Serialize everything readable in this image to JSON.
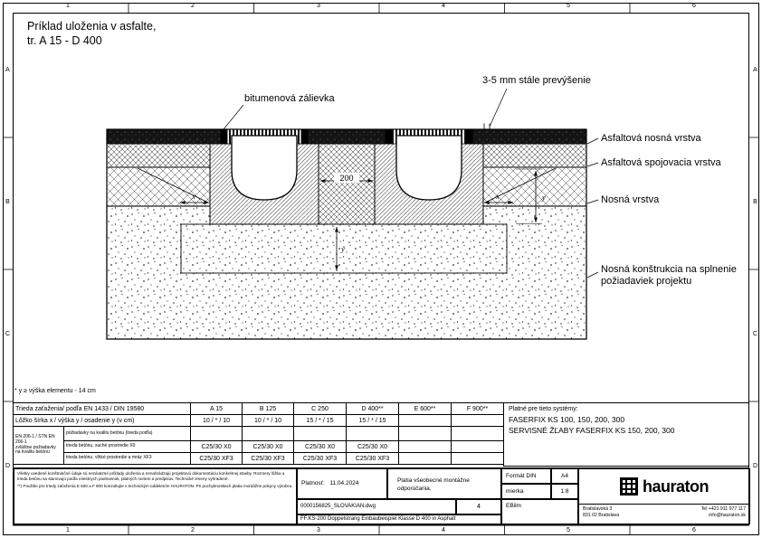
{
  "sheet": {
    "title_line1": "Príklad uloženia v asfalte,",
    "title_line2": "tr. A 15 - D 400",
    "footnote": "* y ≥ výška elementu - 14 cm"
  },
  "ruler": {
    "cols": [
      "1",
      "2",
      "3",
      "4",
      "5",
      "6"
    ],
    "rows": [
      "A",
      "B",
      "C",
      "D"
    ]
  },
  "drawing": {
    "labels": {
      "bitumen": "bitumenová zálievka",
      "prevysenie": "3-5 mm stále prevýšenie",
      "layer1": "Asfaltová nosná vrstva",
      "layer2": "Asfaltová spojovacia vrstva",
      "layer3": "Nosná vrstva",
      "layer4": "Nosná konštrukcia na splnenie požiadaviek projektu"
    },
    "dims": {
      "width": "200",
      "x": "x",
      "y": "y"
    }
  },
  "spec_table": {
    "row_class_label": "Trieda zaťaženia/ podľa EN 1433 / DIN 19580",
    "classes": [
      "A 15",
      "B 125",
      "C 250",
      "D 400**",
      "E 600**",
      "F 900**"
    ],
    "row_bed_label": "Lôžko šírka x / výška y / osadenie y (v cm)",
    "bed_values": [
      "10 / * / 10",
      "10 / * / 10",
      "15 / * / 15",
      "15 / * / 15",
      "",
      ""
    ],
    "concrete_norm": "EN 206-1 / STN EN 206-1",
    "concrete_note": "zvláštne požiadavky na kvalitu betónu",
    "concrete_header": "požiadavky na kvalitu betónu (trieda podľa)",
    "concrete_rows": [
      {
        "label": "trieda betónu, suché prostredie X0",
        "values": [
          "C25/30 X0",
          "C25/30 X0",
          "C25/30 X0",
          "C25/30 X0",
          "",
          ""
        ]
      },
      {
        "label": "trieda betónu, vlhké prostredie a mráz XF3",
        "values": [
          "C25/30 XF3",
          "C25/30 XF3",
          "C25/30 XF3",
          "C25/30 XF3",
          "",
          ""
        ]
      }
    ],
    "systems_heading": "Platné pre tieto systémy:",
    "systems_line1": "FASERFIX KS 100, 150, 200, 300",
    "systems_line2": "SERVISNÉ ŽĽABY FASERFIX KS 150, 200, 300"
  },
  "title_block": {
    "disclaimer1": "Všetky uvedené konštrukčné údaje sú nezáväzné príklady uloženia a nenahrádzajú projektovú dokumentáciu konkrétnej stavby. Rozmery lôžka a trieda betónu sa stanovujú podľa miestnych podmienok, platných noriem a predpisov. Technické zmeny vyhradené.",
    "disclaimer2": "**) Použitie pre triedy zaťaženia E 600 a F 900 konzultujte s technickým oddelením HAURATON. Pri pochybnostiach platia montážne pokyny výrobcu.",
    "validity_label": "Platnosť:",
    "validity_date": "11.04.2024",
    "general_note": "Platia všeobecné montážne odporúčania.",
    "file_name": "0000156825_SLOVAKIAN.dwg",
    "sheet_no": "4",
    "format_label": "Formát DIN",
    "format_value": "A4",
    "scale_label": "mierka",
    "scale_value": "1:8",
    "author": "EBilm",
    "drawing_title": "FF.KS-200 Doppelstrang Einbaubeispiel Klasse D 400 in Asphalt",
    "brand": {
      "name": "hauraton",
      "address1": "Bratislavská 3",
      "address2": "831 02 Bratislava",
      "phone": "Tel +421 911 977 117",
      "email": "info@hauraton.sk"
    }
  }
}
